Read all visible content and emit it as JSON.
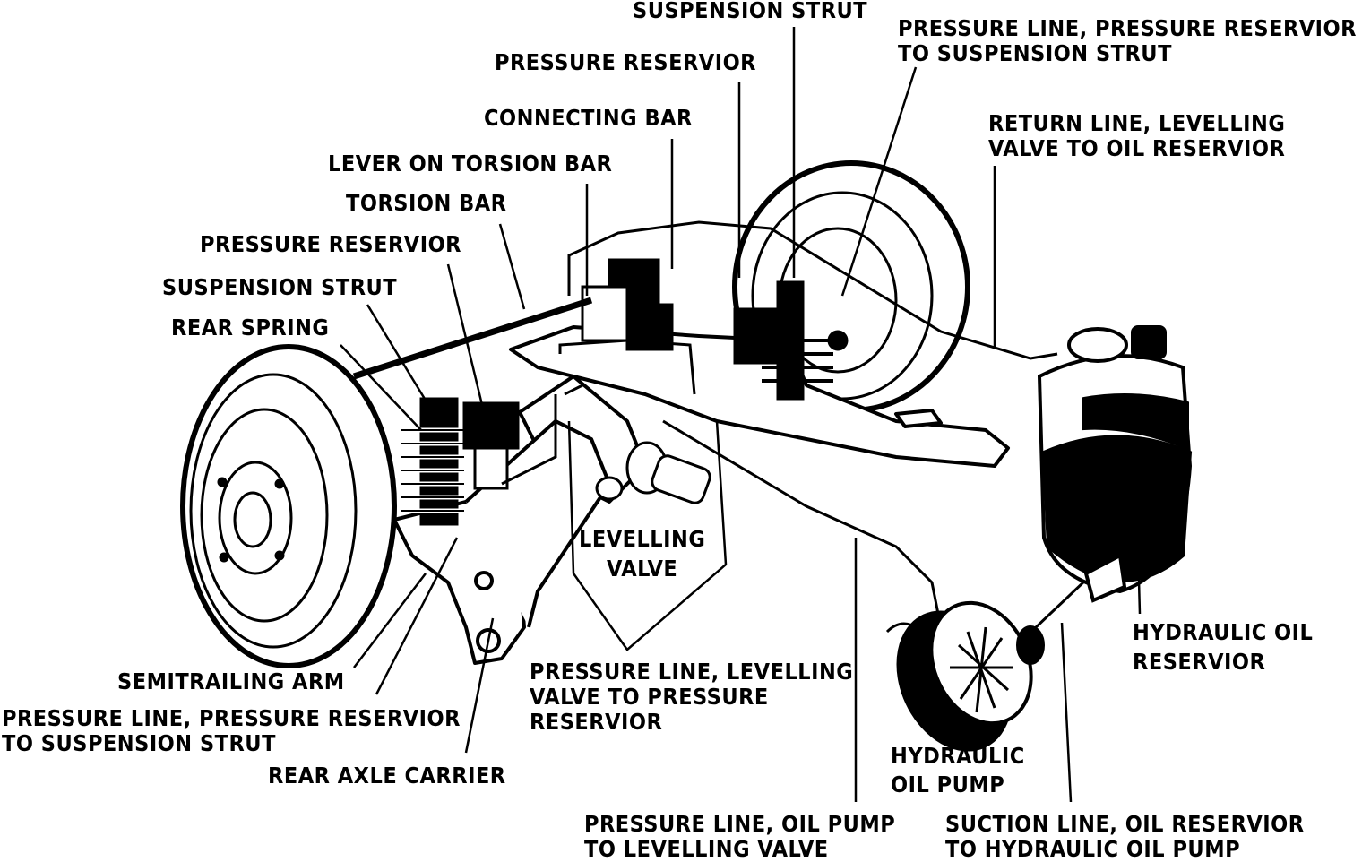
{
  "diagram": {
    "labels": {
      "suspension_strut_top": "SUSPENSION STRUT",
      "pressure_line_reservoir_strut_top": [
        "PRESSURE LINE, PRESSURE RESERVIOR",
        "TO SUSPENSION STRUT"
      ],
      "pressure_reservoir_top": "PRESSURE RESERVIOR",
      "connecting_bar": "CONNECTING BAR",
      "return_line": [
        "RETURN LINE, LEVELLING",
        "VALVE TO OIL RESERVIOR"
      ],
      "lever_on_torsion_bar": "LEVER ON TORSION BAR",
      "torsion_bar": "TORSION BAR",
      "pressure_reservoir_left": "PRESSURE RESERVIOR",
      "suspension_strut_left": "SUSPENSION STRUT",
      "rear_spring": "REAR SPRING",
      "levelling_valve": [
        "LEVELLING",
        "VALVE"
      ],
      "hydraulic_oil_reservoir": [
        "HYDRAULIC OIL",
        "RESERVIOR"
      ],
      "semitrailing_arm": "SEMITRAILING ARM",
      "pressure_line_levelling_valve": [
        "PRESSURE LINE, LEVELLING",
        "VALVE  TO PRESSURE",
        "RESERVIOR"
      ],
      "pressure_line_reservoir_strut_bottom": [
        "PRESSURE LINE, PRESSURE RESERVIOR",
        "TO SUSPENSION STRUT"
      ],
      "hydraulic_oil_pump": [
        "HYDRAULIC",
        "OIL PUMP"
      ],
      "rear_axle_carrier": "REAR AXLE CARRIER",
      "pressure_line_oil_pump": [
        "PRESSURE LINE, OIL PUMP",
        "TO LEVELLING VALVE"
      ],
      "suction_line": [
        "SUCTION LINE, OIL RESERVIOR",
        "TO HYDRAULIC OIL PUMP"
      ]
    }
  }
}
